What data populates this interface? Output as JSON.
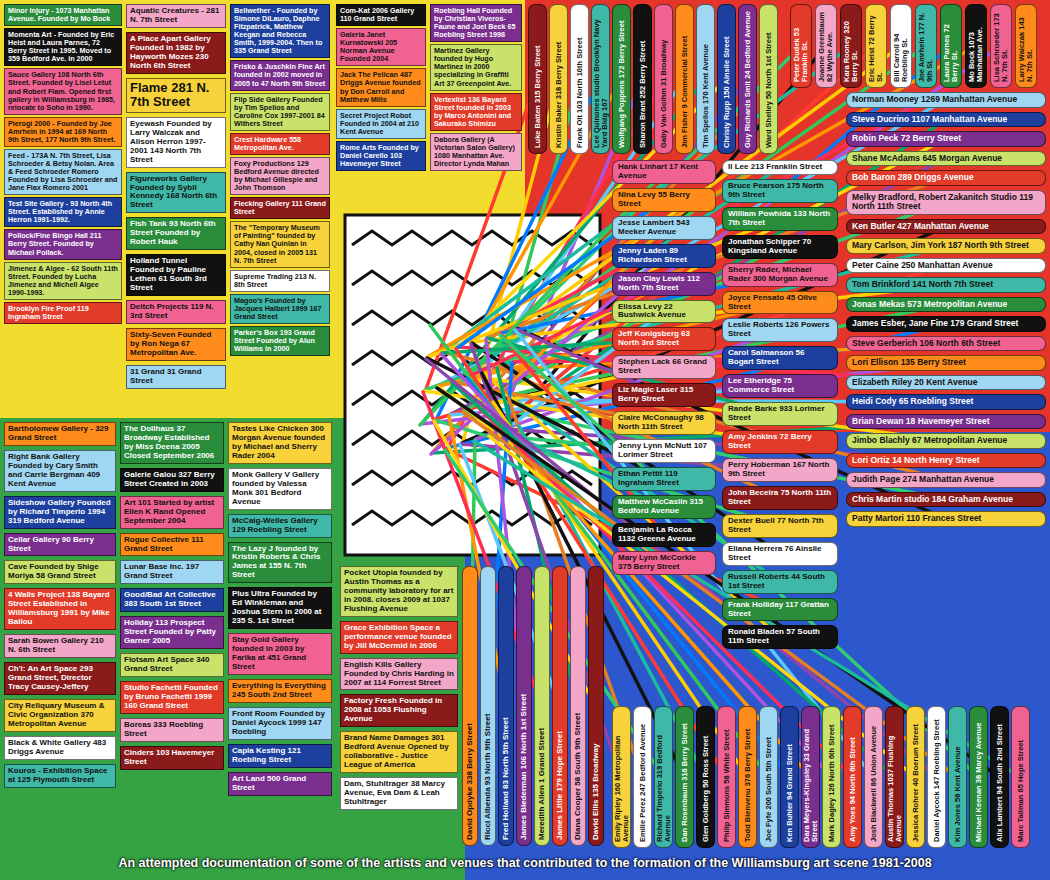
{
  "diagram": {
    "caption": "An attempted documentation of some of the artists and venues that contributed to the formation of the Williamsburg art scene 1981-2008",
    "nodes": [
      {
        "text": [
          "Minor Injury - 1073 Manhattan Avenue. Founded by Mo Bock"
        ]
      },
      {
        "text": [
          "Momenta Art - Founded by Eric Heist and Laura Parnes, 72 Berry Street in 1995. Moved to 359 Bedford Ave. in 2000"
        ]
      },
      {
        "text": [
          "Sauce Gallery 108 North 6th Street. Founded by Lisel Letut and Robert Flam. Opened first gallery in Williamsburg in 1985, relocate to Soho in 1990."
        ]
      },
      {
        "text": [
          "Pierogi 2000 - Founded by Joe Amrhein in 1994 at 169 North 9th Street, 177 North 9th Street."
        ]
      },
      {
        "text": [
          "Feed - 173A N. 7th Street, Lisa Schroeder & Betsy Nolan. Area & Feed Schroeder Romero Founded by Lisa Schroeder and Jane Flax Romero 2001"
        ]
      },
      {
        "text": [
          "Test Site Gallery - 93 North 4th Street. Established by Annie Herron 1991-1992."
        ]
      },
      {
        "text": [
          "Pollock/Fine Bingo Hall 211 Berry Street. Founded by Michael Pollack."
        ]
      },
      {
        "text": [
          "Jimenez & Algee - 62 South 11th Street. Founded by Lucha Jimenez and Michell Algee 1990-1993."
        ]
      },
      {
        "text": [
          "Brooklyn Fire Proof 119 Ingraham Street"
        ]
      },
      {
        "text": [
          "Aquatic Creatures - 281 N. 7th Street"
        ]
      },
      {
        "text": [
          "A Place Apart Gallery Founded in 1982 by Hayworth Mozes 230 North 6th Street"
        ]
      },
      {
        "text": [
          "Flame 281 N. 7th Street"
        ]
      },
      {
        "text": [
          "Eyewash Founded by Larry Walczak and Alison Herron 1997-2001 143 North 7th Street"
        ]
      },
      {
        "text": [
          "Figureworks Gallery Founded by Sybil Kennedy 168 North 6th Street"
        ]
      },
      {
        "text": [
          "Fish Tank 93 North 6th Street Founded by Robert Hauk"
        ]
      },
      {
        "text": [
          "Holland Tunnel Founded by Pauline Lethen 61 South 3rd Street"
        ]
      },
      {
        "text": [
          "Deitch Projects 119 N. 3rd Street"
        ]
      },
      {
        "text": [
          "Sixty-Seven Founded by Ron Nega 67 Metropolitan Ave."
        ]
      },
      {
        "text": [
          "31 Grand 31 Grand Street"
        ]
      },
      {
        "text": [
          "Bellwether - Founded by Simone DiLauro, Daphne Fitzpatrick, Matthew Keegan and Rebecca Smith, 1999-2004. Then to 335 Grand Street"
        ]
      },
      {
        "text": [
          "Frisko & Juschkin Fine Art founded in 2002 moved in 2005 to 47 North 9th Street"
        ]
      },
      {
        "text": [
          "Flip Side Gallery Founded by Tim Spelios and Caroline Cox 1997-2001 84 Withers Street"
        ]
      },
      {
        "text": [
          "Crest Hardware 558 Metropolitan Ave."
        ]
      },
      {
        "text": [
          "Foxy Productions 129 Bedford Avenue directed by Michael Gillespie and John Thomson"
        ]
      },
      {
        "text": [
          "Flecking Gallery 111 Grand Street"
        ]
      },
      {
        "text": [
          "The \"Temporary Museum of Painting\" founded by Cathy Nan Quinlan in 2004, closed in 2005 131 N. 7th Street"
        ]
      },
      {
        "text": [
          "Supreme Trading 213 N. 8th Street"
        ]
      },
      {
        "text": [
          "Magoo's Founded by Jacques Halbert 1999 167 Grand Street"
        ]
      },
      {
        "text": [
          "Parker's Box 193 Grand Street Founded by Alun Williams in 2000"
        ]
      },
      {
        "text": [
          "Com-Kat 2006 Gallery 110 Grand Street"
        ]
      },
      {
        "text": [
          "Galeria Janet Kurnatowski 205 Norman Avenue Founded 2004"
        ]
      },
      {
        "text": [
          "Jack The Pelican 487 Driggs Avenue founded by Don Carroll and Matthew Mills"
        ]
      },
      {
        "text": [
          "Secret Project Robot Founded in 2004 at 210 Kent Avenue"
        ]
      },
      {
        "text": [
          "Rome Arts Founded by Daniel Carello 103 Havemeyer Street"
        ]
      },
      {
        "text": [
          "Roebling Hall Founded by Christian Viveros-Faune and Joel Beck 65 Roebling Street 1998"
        ]
      },
      {
        "text": [
          "Martinez Gallery founded by Hugo Martinez in 2000 specializing in Graffiti Art 37 Greenpoint Ave."
        ]
      },
      {
        "text": [
          "Vertexlist 136 Bayard Street founded in 2003 by Marco Antonini and Sakurako Shimizu"
        ]
      },
      {
        "text": [
          "Dabora Gallery (A Victorian Salon Gallery) 1080 Manhattan Ave. Director Lynda Mahan"
        ]
      },
      {
        "text": [
          "Luke Batten 315 Berry Street"
        ]
      },
      {
        "text": [
          "Kristin Baker 318 Berry Street"
        ]
      },
      {
        "text": [
          "Frank Olt 103 North 10th Street"
        ]
      },
      {
        "text": [
          "Lee Quinones studio Brooklyn Navy Yard Bldg 167"
        ]
      },
      {
        "text": [
          "Wolfgang Poppens 172 Berry Street"
        ]
      },
      {
        "text": [
          "Sharon Brant 252 Berry Street"
        ]
      },
      {
        "text": [
          "Gaby Van Goihm 31 Broadway"
        ]
      },
      {
        "text": [
          "Jim Fisher 9 Commercial Street"
        ]
      },
      {
        "text": [
          "Tim Spelios 170 Kent Avenue"
        ]
      },
      {
        "text": [
          "Christy Rupp 150 Ainslie Street"
        ]
      },
      {
        "text": [
          "Guy Richards Smit 24 Bedford Avenue"
        ]
      },
      {
        "text": [
          "Ward Shelley 50 North 1st Street"
        ]
      },
      {
        "text": [
          "Peter Dudek 53 Franklin St."
        ]
      },
      {
        "text": [
          "Joanne Greenbaum 82 Wythe Ave."
        ]
      },
      {
        "text": [
          "Kara Rooney 320 Berry St."
        ]
      },
      {
        "text": [
          "Eric Heist 72 Berry St."
        ]
      },
      {
        "text": [
          "Bill Carroll 94 Roebling St."
        ]
      },
      {
        "text": [
          "Joe Amrhein 177 N. 9th St."
        ]
      },
      {
        "text": [
          "Laura Parnes 72 Berry St."
        ]
      },
      {
        "text": [
          "Mo Bock 1073 Manhattan Ave."
        ]
      },
      {
        "text": [
          "Lisa Schroeder 173 N. 7th St."
        ]
      },
      {
        "text": [
          "Larry Walczak 143 N. 7th St."
        ]
      },
      {
        "text": [
          "Norman Mooney 1269 Manhattan Avenue"
        ]
      },
      {
        "text": [
          "Steve Ducrino 1107 Manhattan Avenue"
        ]
      },
      {
        "text": [
          "Robin Peck 72 Berry Street"
        ]
      },
      {
        "text": [
          "Shane McAdams 645 Morgan Avenue"
        ]
      },
      {
        "text": [
          "Bob Baron 289 Driggs Avenue"
        ]
      },
      {
        "text": [
          "Melky Bradford, Robert Zakanitch Studio 119 North 11th Street"
        ]
      },
      {
        "text": [
          "Ken Butler 427 Manhattan Avenue"
        ]
      },
      {
        "text": [
          "Mary Carlson, Jim York 187 North 9th Street"
        ]
      },
      {
        "text": [
          "Peter Caine 250 Manhattan Avenue"
        ]
      },
      {
        "text": [
          "Tom Brinkford 141 North 7th Street"
        ]
      },
      {
        "text": [
          "Jonas Mekas 573 Metropolitan Avenue"
        ]
      },
      {
        "text": [
          "James Esber, Jane Fine 179 Grand Street"
        ]
      },
      {
        "text": [
          "Steve Gerberich 106 North 6th Street"
        ]
      },
      {
        "text": [
          "Lori Ellison 135 Berry Street"
        ]
      },
      {
        "text": [
          "Elizabeth Riley 20 Kent Avenue"
        ]
      },
      {
        "text": [
          "Heidi Cody 65 Roebling Street"
        ]
      },
      {
        "text": [
          "Brian Dewan 18 Havemeyer Street"
        ]
      },
      {
        "text": [
          "Jimbo Blachly 67 Metropolitan Avenue"
        ]
      },
      {
        "text": [
          "Lori Ortiz 14 North Henry Street"
        ]
      },
      {
        "text": [
          "Judith Page 274 Manhattan Avenue"
        ]
      },
      {
        "text": [
          "Chris Martin studio 184 Graham Avenue"
        ]
      },
      {
        "text": [
          "Patty Martori 110 Frances Street"
        ]
      },
      {
        "text": [
          "Il Lee 213 Franklin Street"
        ]
      },
      {
        "text": [
          "Bruce Pearson 175 North 9th Street"
        ]
      },
      {
        "text": [
          "William Powhida 133 North 7th Street"
        ]
      },
      {
        "text": [
          "Jonathan Schipper 70 Kingsland Avenue"
        ]
      },
      {
        "text": [
          "Sherry Rader, Michael Rader 300 Morgan Avenue"
        ]
      },
      {
        "text": [
          "Joyce Pensato 45 Olive Street"
        ]
      },
      {
        "text": [
          "Leslie Roberts 126 Powers Street"
        ]
      },
      {
        "text": [
          "Carol Salmanson 56 Bogart Street"
        ]
      },
      {
        "text": [
          "Lee Etheridge 75 Commerce Street"
        ]
      },
      {
        "text": [
          "Rande Barke 933 Lorimer Street"
        ]
      },
      {
        "text": [
          "Amy Jenkins 72 Berry Street"
        ]
      },
      {
        "text": [
          "Perry Hoberman 167 North 9th Street"
        ]
      },
      {
        "text": [
          "John Beceira 75 North 11th Street"
        ]
      },
      {
        "text": [
          "Dexter Buell 77 North 7th Street"
        ]
      },
      {
        "text": [
          "Eliana Herrera 76 Ainslie Street"
        ]
      },
      {
        "text": [
          "Russell Roberts 44 South 1st Street"
        ]
      },
      {
        "text": [
          "Frank Holliday 117 Grattan Street"
        ]
      },
      {
        "text": [
          "Ronald Bladen 57 South 11th Street"
        ]
      },
      {
        "text": [
          "Hank Linhart 17 Kent Avenue"
        ]
      },
      {
        "text": [
          "Nina Levy 55 Berry Street"
        ]
      },
      {
        "text": [
          "Jesse Lambert 543 Meeker Avenue"
        ]
      },
      {
        "text": [
          "Jenny Laden 89 Richardson Street"
        ]
      },
      {
        "text": [
          "Jason Clay Lewis 112 North 7th Street"
        ]
      },
      {
        "text": [
          "Elissa Levy 22 Bushwick Avenue"
        ]
      },
      {
        "text": [
          "Jeff Konigsberg 63 North 3rd Street"
        ]
      },
      {
        "text": [
          "Stephen Lack 66 Grand Street"
        ]
      },
      {
        "text": [
          "Liz Magic Laser 315 Berry Street"
        ]
      },
      {
        "text": [
          "Claire McConaughy 98 North 11th Street"
        ]
      },
      {
        "text": [
          "Jenny Lynn McNutt 107 Lorimer Street"
        ]
      },
      {
        "text": [
          "Ethan Pettit 119 Ingraham Street"
        ]
      },
      {
        "text": [
          "Matthew McCaslin 315 Bedford Avenue"
        ]
      },
      {
        "text": [
          "Benjamin La Rocca 1132 Greene Avenue"
        ]
      },
      {
        "text": [
          "Mary Lynn McCorkle 375 Berry Street"
        ]
      },
      {
        "text": [
          "David Opdyke 338 Berry Street"
        ]
      },
      {
        "text": [
          "Ricci Albenda 93 North 9th Street"
        ]
      },
      {
        "text": [
          "Fred Holland 83 North 5th Street"
        ]
      },
      {
        "text": [
          "James Biederman 106 North 1st Street"
        ]
      },
      {
        "text": [
          "Meredith Allen 1 Grand Street"
        ]
      },
      {
        "text": [
          "James Little 179 Hope Street"
        ]
      },
      {
        "text": [
          "Diana Cooper 58 South 9th Street"
        ]
      },
      {
        "text": [
          "David Ellis 135 Broadway"
        ]
      },
      {
        "text": [
          "Emily Ripley 160 Metropolitan Avenue"
        ]
      },
      {
        "text": [
          "Emilie Perez 247 Bedford Avenue"
        ]
      },
      {
        "text": [
          "Richard Timperio 319 Bedford Avenue"
        ]
      },
      {
        "text": [
          "Dan Rosenbaum 316 Berry Street"
        ]
      },
      {
        "text": [
          "Glen Goldberg 50 Ross Street"
        ]
      },
      {
        "text": [
          "Philip Simmons 58 White Street"
        ]
      },
      {
        "text": [
          "Todd Bienvenu 376 Berry Street"
        ]
      },
      {
        "text": [
          "Joe Fyfe 200 South 5th Street"
        ]
      },
      {
        "text": [
          "Ken Buhler 94 Grand Street"
        ]
      },
      {
        "text": [
          "Dara Meyers-Kingsley 33 Grand Street"
        ]
      },
      {
        "text": [
          "Mark Dagley 126 North 6th Street"
        ]
      },
      {
        "text": [
          "Amy Yoes 94 North 6th Street"
        ]
      },
      {
        "text": [
          "Josh Blackwell 86 Union Avenue"
        ]
      },
      {
        "text": [
          "Austin Thomas 1037 Flushing Avenue"
        ]
      },
      {
        "text": [
          "Jessica Rohrer 40 Boerum Street"
        ]
      },
      {
        "text": [
          "Daniel Aycock 147 Roebling Street"
        ]
      },
      {
        "text": [
          "Kim Jones 58 Kent Avenue"
        ]
      },
      {
        "text": [
          "Michael Keenan 38 Marcy Avenue"
        ]
      },
      {
        "text": [
          "Alix Lambert 94 South 2nd Street"
        ]
      },
      {
        "text": [
          "Marc Tallman 65 Hope Street"
        ]
      },
      {
        "text": [
          "Bartholomew Gallery - 329 Grand Street"
        ]
      },
      {
        "text": [
          "Right Bank Gallery Founded by Cary Smith and Carrie Bergman 409 Kent Avenue"
        ]
      },
      {
        "text": [
          "Sideshow Gallery Founded by Richard Timperio 1994 319 Bedford Avenue"
        ]
      },
      {
        "text": [
          "Cellar Gallery 90 Berry Street"
        ]
      },
      {
        "text": [
          "Cave Founded by Shige Moriya 58 Grand Street"
        ]
      },
      {
        "text": [
          "4 Walls Project 138 Bayard Street Established in Williamsburg 1991 by Mike Ballou"
        ]
      },
      {
        "text": [
          "Sarah Bowen Gallery 210 N. 6th Street"
        ]
      },
      {
        "text": [
          "Ch'i: An Art Space 293 Grand Street, Director Tracy Causey-Jeffery"
        ]
      },
      {
        "text": [
          "City Reliquary Museum & Civic Organization 370 Metropolitan Avenue"
        ]
      },
      {
        "text": [
          "Black & White Gallery 483 Driggs Avenue"
        ]
      },
      {
        "text": [
          "Kouros - Exhibition Space at 125 Plymouth Street"
        ]
      },
      {
        "text": [
          "The Dollhaus 37 Broadway Established by Miss Deena 2005 Closed September 2006"
        ]
      },
      {
        "text": [
          "Galerie Galou 327 Berry Street Created in 2003"
        ]
      },
      {
        "text": [
          "Art 101 Started by artist Ellen K Rand Opened September 2004"
        ]
      },
      {
        "text": [
          "Rogue Collective 111 Grand Street"
        ]
      },
      {
        "text": [
          "Lunar Base Inc. 197 Grand Street"
        ]
      },
      {
        "text": [
          "Good/Bad Art Collective 383 South 1st Street"
        ]
      },
      {
        "text": [
          "Holiday 113 Prospect Street Founded by Patty Garner 2005"
        ]
      },
      {
        "text": [
          "Flotsam Art Space 340 Grand Street"
        ]
      },
      {
        "text": [
          "Studio Fachetti Founded by Bruno Fachetti 1999 160 Grand Street"
        ]
      },
      {
        "text": [
          "Boreas 333 Roebling Street"
        ]
      },
      {
        "text": [
          "Cinders 103 Havemeyer Street"
        ]
      },
      {
        "text": [
          "Tastes Like Chicken 300 Morgan Avenue founded by Michael and Sherry Rader 2004"
        ]
      },
      {
        "text": [
          "Monk Gallery V Gallery founded by Valessa Monk 301 Bedford Avenue"
        ]
      },
      {
        "text": [
          "McCaig-Welles Gallery 129 Roebling Street"
        ]
      },
      {
        "text": [
          "The Lazy J founded by Kristin Roberts & Chris James at 155 N. 7th Street"
        ]
      },
      {
        "text": [
          "Plus Ultra Founded by Ed Winkleman and Joshua Stern in 2000 at 235 S. 1st Street"
        ]
      },
      {
        "text": [
          "Stay Gold Gallery founded in 2003 by Farika at 451 Grand Street"
        ]
      },
      {
        "text": [
          "Everything Is Everything 245 South 2nd Street"
        ]
      },
      {
        "text": [
          "Front Room Founded by Daniel Aycock 1999 147 Roebling"
        ]
      },
      {
        "text": [
          "Capla Kesting 121 Roebling Street"
        ]
      },
      {
        "text": [
          "Art Land 500 Grand Street"
        ]
      },
      {
        "text": [
          "Pocket Utopia founded by Austin Thomas as a community laboratory for art in 2008. closes 2009 at 1037 Flushing Avenue"
        ]
      },
      {
        "text": [
          "Grace Exhibition Space a performance venue founded by Jill McDermid in 2006"
        ]
      },
      {
        "text": [
          "English Kills Gallery Founded by Chris Harding in 2007 at 114 Forrest Street"
        ]
      },
      {
        "text": [
          "Factory Fresh Founded in 2008 at 1053 Flushing Avenue"
        ]
      },
      {
        "text": [
          "Brand Name Damages 301 Bedford Avenue Opened by collaborative - Justice League of America"
        ]
      },
      {
        "text": [
          "Dam, Stuhltrager 38 Marcy Avenue, Eva Dam & Leah Stuhltrager"
        ]
      }
    ]
  }
}
